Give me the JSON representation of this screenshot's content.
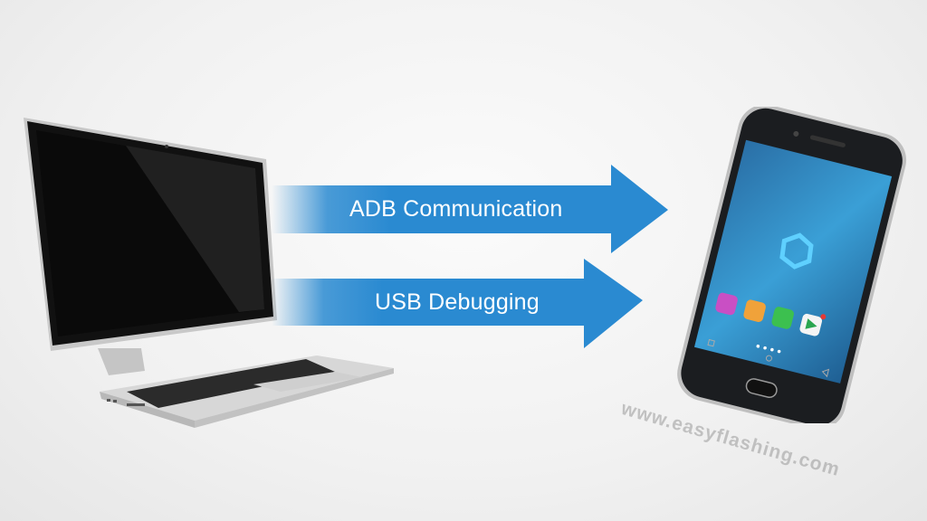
{
  "scene": {
    "description": "Laptop connected to Android phone via arrows",
    "background_color": "#f2f2f2"
  },
  "arrows": [
    {
      "label": "ADB Communication",
      "color": "#2a8ad1"
    },
    {
      "label": "USB Debugging",
      "color": "#2a8ad1"
    }
  ],
  "phone": {
    "screen_color": "#2b7fb8",
    "apps": [
      {
        "icon": "camera-app-icon",
        "color": "#c94fc4"
      },
      {
        "icon": "mail-app-icon",
        "color": "#f0a23a"
      },
      {
        "icon": "messages-app-icon",
        "color": "#3cc04f"
      },
      {
        "icon": "play-store-icon",
        "color": "#f4f4f4"
      }
    ],
    "page_dots": 4
  },
  "watermark": {
    "text": "www.easyflashing.com"
  }
}
